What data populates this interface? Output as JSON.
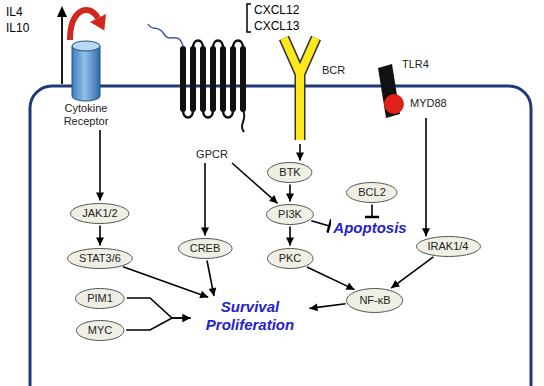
{
  "diagram": {
    "nodes": [
      {
        "text": [
          "Cytokine Receptor"
        ]
      },
      {
        "text": [
          "GPCR"
        ]
      },
      {
        "text": [
          "BCR"
        ]
      },
      {
        "text": [
          "TLR4"
        ]
      },
      {
        "text": [
          "MYD88"
        ]
      },
      {
        "text": [
          "JAK1/2"
        ]
      },
      {
        "text": [
          "STAT3/6"
        ]
      },
      {
        "text": [
          "PIM1"
        ]
      },
      {
        "text": [
          "MYC"
        ]
      },
      {
        "text": [
          "CREB"
        ]
      },
      {
        "text": [
          "BTK"
        ]
      },
      {
        "text": [
          "PI3K"
        ]
      },
      {
        "text": [
          "PKC"
        ]
      },
      {
        "text": [
          "BCL2"
        ]
      },
      {
        "text": [
          "IRAK1/4"
        ]
      },
      {
        "text": [
          "NF-κB"
        ]
      },
      {
        "text": [
          "Apoptosis"
        ]
      },
      {
        "text": [
          "Survival Proliferation"
        ]
      }
    ],
    "edges": [
      {
        "from": 0,
        "to": 5,
        "arrow": "to"
      },
      {
        "from": 5,
        "to": 6,
        "arrow": "to"
      },
      {
        "from": 6,
        "to": 17,
        "arrow": "to"
      },
      {
        "from": 1,
        "to": 9,
        "arrow": "to"
      },
      {
        "from": 1,
        "to": 11,
        "arrow": "to"
      },
      {
        "from": 9,
        "to": 17,
        "arrow": "to"
      },
      {
        "from": 2,
        "to": 10,
        "arrow": "to"
      },
      {
        "from": 10,
        "to": 11,
        "arrow": "to"
      },
      {
        "from": 11,
        "to": 12,
        "arrow": "to"
      },
      {
        "from": 11,
        "to": 16,
        "arrow": "to"
      },
      {
        "from": 13,
        "to": 16,
        "arrow": "to"
      },
      {
        "from": 12,
        "to": 15,
        "arrow": "to"
      },
      {
        "from": 4,
        "to": 14,
        "arrow": "to"
      },
      {
        "from": 14,
        "to": 15,
        "arrow": "to"
      },
      {
        "from": 15,
        "to": 17,
        "arrow": "to"
      },
      {
        "from": 7,
        "to": 17,
        "arrow": "to"
      },
      {
        "from": 8,
        "to": 17,
        "arrow": "to"
      }
    ],
    "labels": [
      "IL4",
      "IL10",
      "CXCL12",
      "CXCL13"
    ]
  }
}
